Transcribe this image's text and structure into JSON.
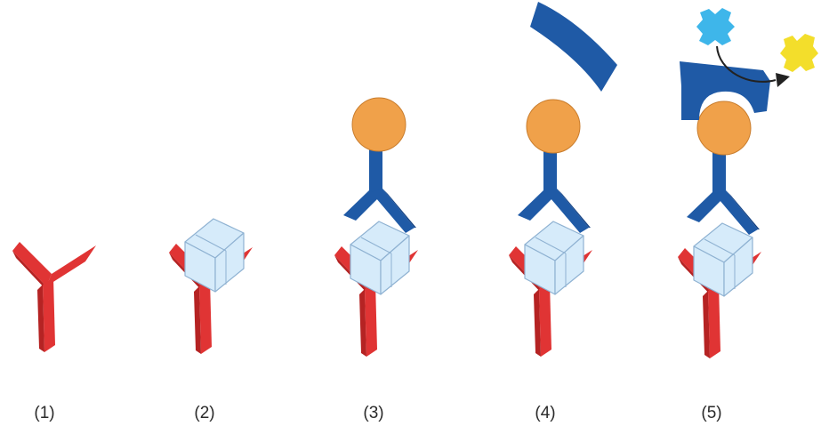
{
  "steps": [
    {
      "label": "(1)"
    },
    {
      "label": "(2)"
    },
    {
      "label": "(3)"
    },
    {
      "label": "(4)"
    },
    {
      "label": "(5)"
    }
  ],
  "colors": {
    "capture_antibody": "#e03434",
    "capture_antibody_shade": "#b52323",
    "antigen_fill": "#d6ebfa",
    "antigen_stroke": "#8fb2d2",
    "detection_antibody": "#1f5aa6",
    "detection_antibody_shade": "#154384",
    "label_sphere": "#f0a14a",
    "label_sphere_stroke": "#c97d2d",
    "substrate": "#3eb6ea",
    "product": "#f3de2b",
    "arrow": "#222222"
  },
  "icons": [
    "capture-antibody-icon",
    "antigen-icon",
    "detection-antibody-icon",
    "label-sphere-icon",
    "enzyme-icon",
    "substrate-icon",
    "product-icon",
    "reaction-arrow-icon"
  ]
}
